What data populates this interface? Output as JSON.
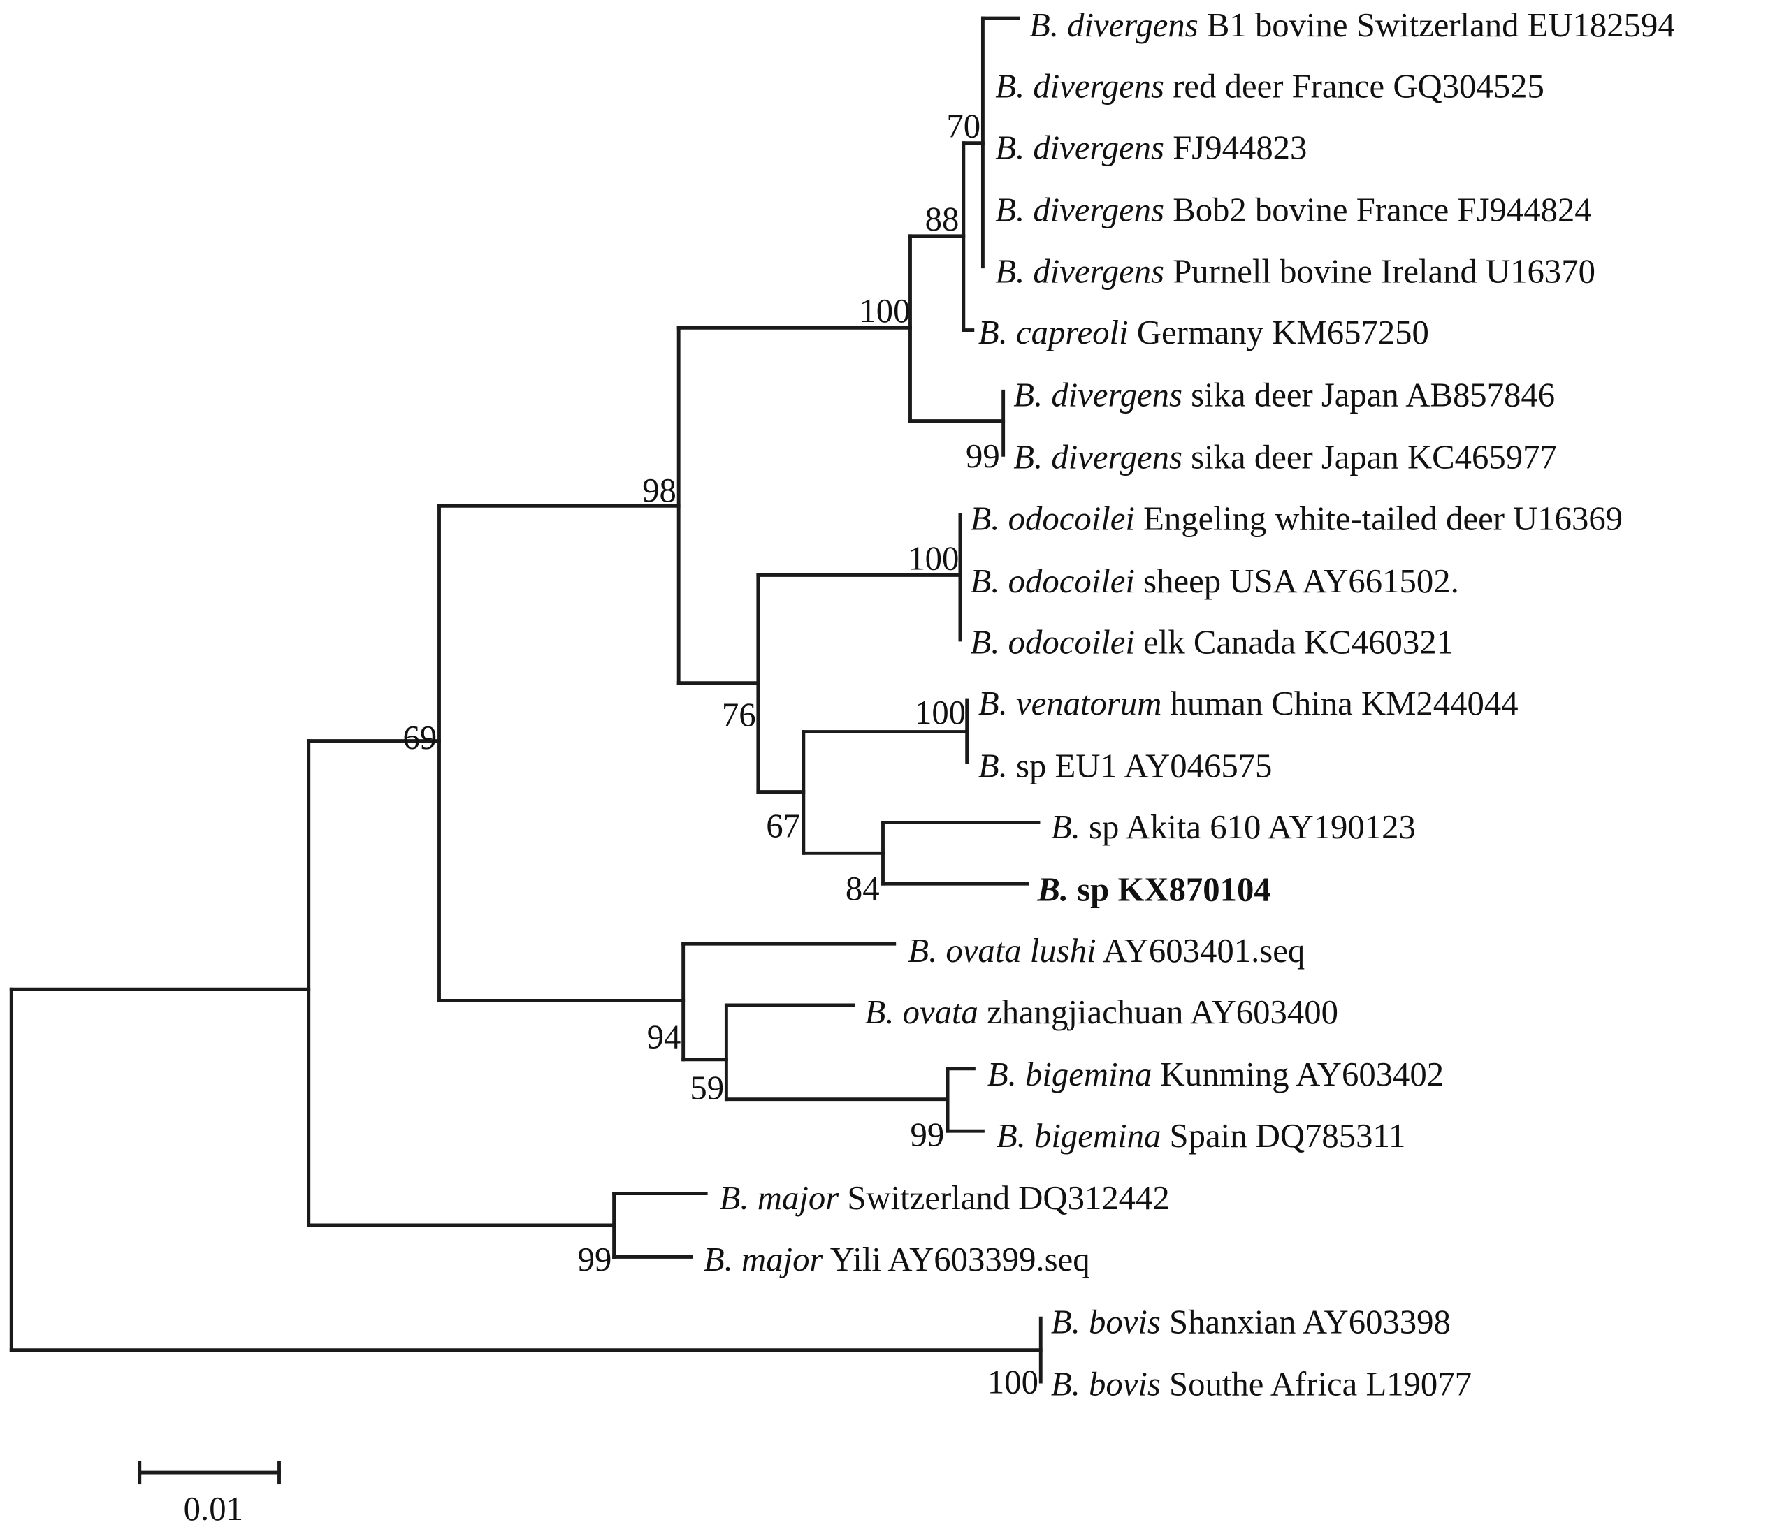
{
  "colors": {
    "line": "#1a1a1a",
    "text": "#111111",
    "background": "#ffffff"
  },
  "taxa": [
    {
      "id": "t1",
      "genus": "B.",
      "species": "divergens",
      "rest": "B1 bovine Switzerland EU182594"
    },
    {
      "id": "t2",
      "genus": "B.",
      "species": "divergens",
      "rest": "red deer France GQ304525"
    },
    {
      "id": "t3",
      "genus": "B.",
      "species": "divergens",
      "rest": "FJ944823"
    },
    {
      "id": "t4",
      "genus": "B.",
      "species": "divergens",
      "rest": "Bob2 bovine France FJ944824"
    },
    {
      "id": "t5",
      "genus": "B.",
      "species": "divergens",
      "rest": "Purnell bovine Ireland U16370"
    },
    {
      "id": "t6",
      "genus": "B.",
      "species": "capreoli",
      "rest": "Germany KM657250"
    },
    {
      "id": "t7",
      "genus": "B.",
      "species": "divergens",
      "rest": "sika deer Japan AB857846"
    },
    {
      "id": "t8",
      "genus": "B.",
      "species": "divergens",
      "rest": "sika deer Japan KC465977"
    },
    {
      "id": "t9",
      "genus": "B.",
      "species": "odocoilei",
      "rest": "Engeling white-tailed deer U16369"
    },
    {
      "id": "t10",
      "genus": "B.",
      "species": "odocoilei",
      "rest": "sheep USA AY661502."
    },
    {
      "id": "t11",
      "genus": "B.",
      "species": "odocoilei",
      "rest": "elk Canada KC460321"
    },
    {
      "id": "t12",
      "genus": "B.",
      "species": "venatorum",
      "rest": "human China KM244044"
    },
    {
      "id": "t13",
      "genus": "B.",
      "species": "",
      "rest": "sp EU1 AY046575"
    },
    {
      "id": "t14",
      "genus": "B.",
      "species": "",
      "rest": "sp Akita 610 AY190123"
    },
    {
      "id": "t15",
      "genus": "B.",
      "species": "",
      "rest": "sp  KX870104",
      "bold": true
    },
    {
      "id": "t16",
      "genus": "B.",
      "species": "ovata lushi",
      "rest": "AY603401.seq"
    },
    {
      "id": "t17",
      "genus": "B.",
      "species": "ovata",
      "rest": "zhangjiachuan AY603400"
    },
    {
      "id": "t18",
      "genus": "B.",
      "species": "bigemina",
      "rest": "Kunming AY603402"
    },
    {
      "id": "t19",
      "genus": "B.",
      "species": "bigemina",
      "rest": "Spain DQ785311"
    },
    {
      "id": "t20",
      "genus": "B.",
      "species": "major",
      "rest": "Switzerland DQ312442"
    },
    {
      "id": "t21",
      "genus": "B.",
      "species": "major",
      "rest": "Yili AY603399.seq"
    },
    {
      "id": "t22",
      "genus": "B.",
      "species": "bovis",
      "rest": "Shanxian AY603398"
    },
    {
      "id": "t23",
      "genus": "B.",
      "species": "bovis",
      "rest": "Southe Africa L19077"
    }
  ],
  "support_values": [
    {
      "id": "n70",
      "value": "70"
    },
    {
      "id": "n88",
      "value": "88"
    },
    {
      "id": "n100a",
      "value": "100"
    },
    {
      "id": "n99a",
      "value": "99"
    },
    {
      "id": "n98",
      "value": "98"
    },
    {
      "id": "n100b",
      "value": "100"
    },
    {
      "id": "n76",
      "value": "76"
    },
    {
      "id": "n100c",
      "value": "100"
    },
    {
      "id": "n67",
      "value": "67"
    },
    {
      "id": "n84",
      "value": "84"
    },
    {
      "id": "n69",
      "value": "69"
    },
    {
      "id": "n94",
      "value": "94"
    },
    {
      "id": "n59",
      "value": "59"
    },
    {
      "id": "n99b",
      "value": "99"
    },
    {
      "id": "n99c",
      "value": "99"
    },
    {
      "id": "n100d",
      "value": "100"
    }
  ],
  "scale_bar": {
    "label": "0.01",
    "length": 0.01
  }
}
